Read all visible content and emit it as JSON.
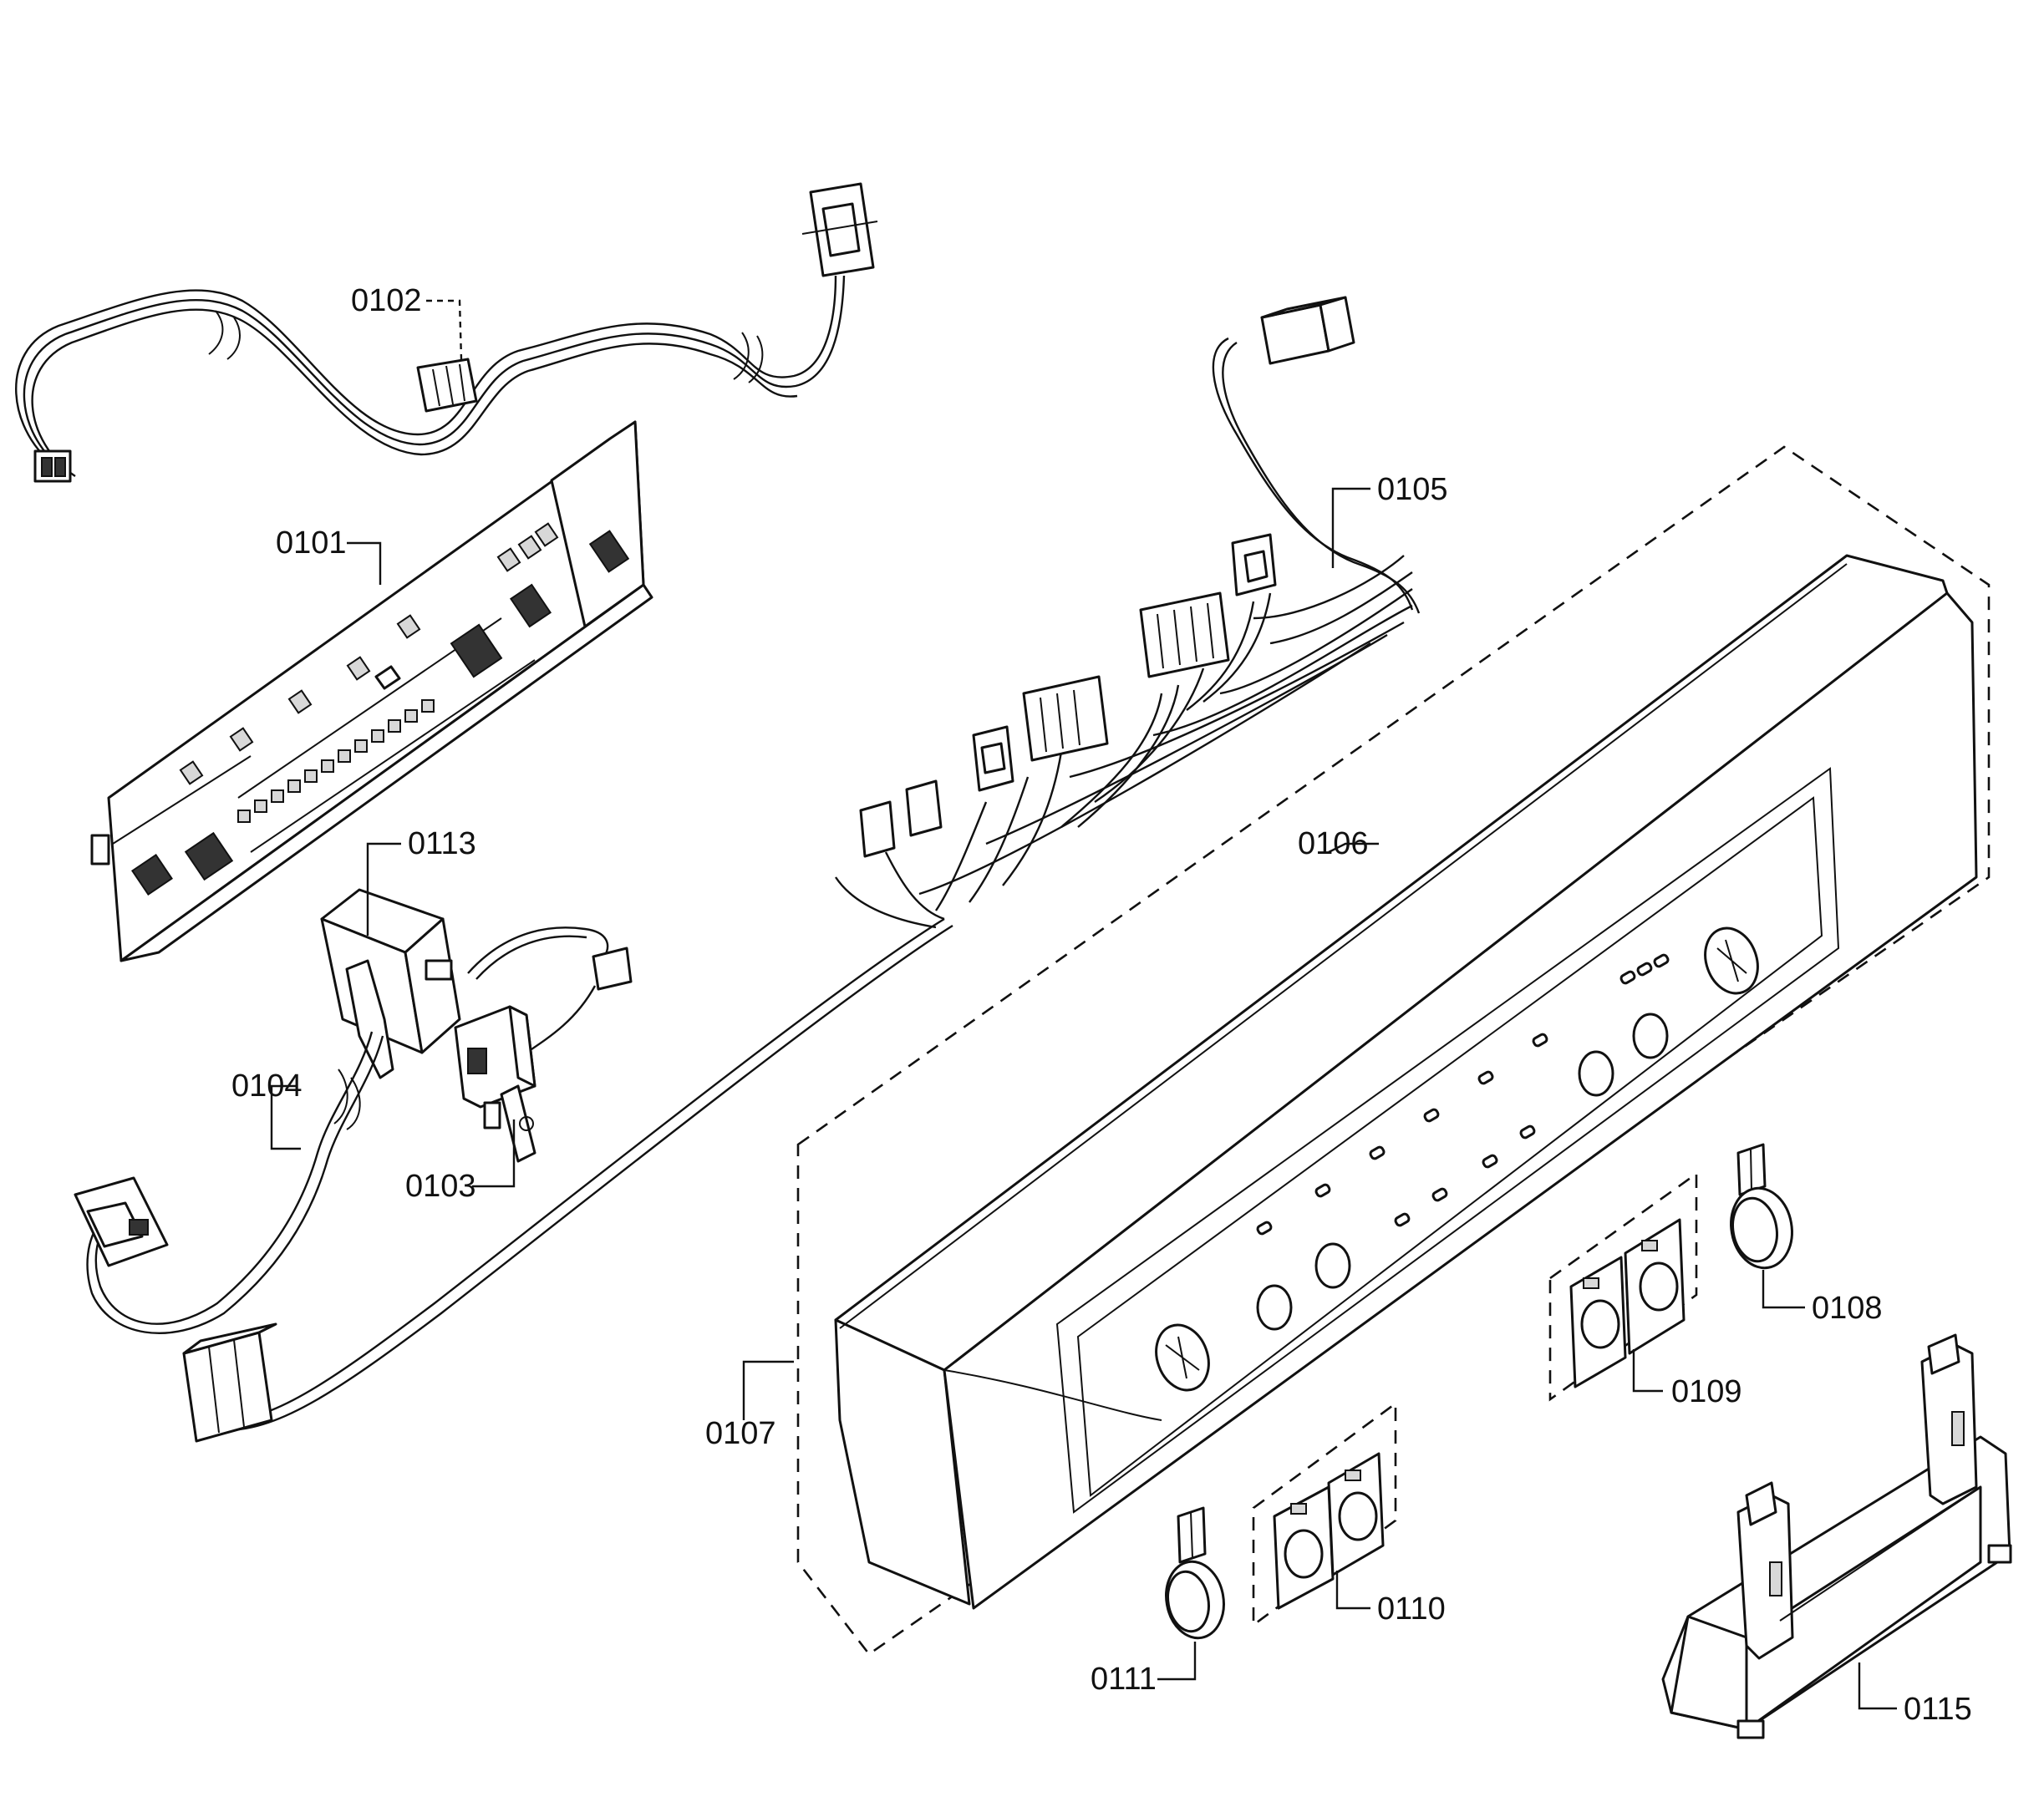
{
  "diagram": {
    "callouts": [
      {
        "id": "0101",
        "text": "0101"
      },
      {
        "id": "0102",
        "text": "0102"
      },
      {
        "id": "0103",
        "text": "0103"
      },
      {
        "id": "0104",
        "text": "0104"
      },
      {
        "id": "0105",
        "text": "0105"
      },
      {
        "id": "0106",
        "text": "0106"
      },
      {
        "id": "0107",
        "text": "0107"
      },
      {
        "id": "0108",
        "text": "0108"
      },
      {
        "id": "0109",
        "text": "0109"
      },
      {
        "id": "0110",
        "text": "0110"
      },
      {
        "id": "0111",
        "text": "0111"
      },
      {
        "id": "0113",
        "text": "0113"
      },
      {
        "id": "0115",
        "text": "0115"
      }
    ]
  }
}
